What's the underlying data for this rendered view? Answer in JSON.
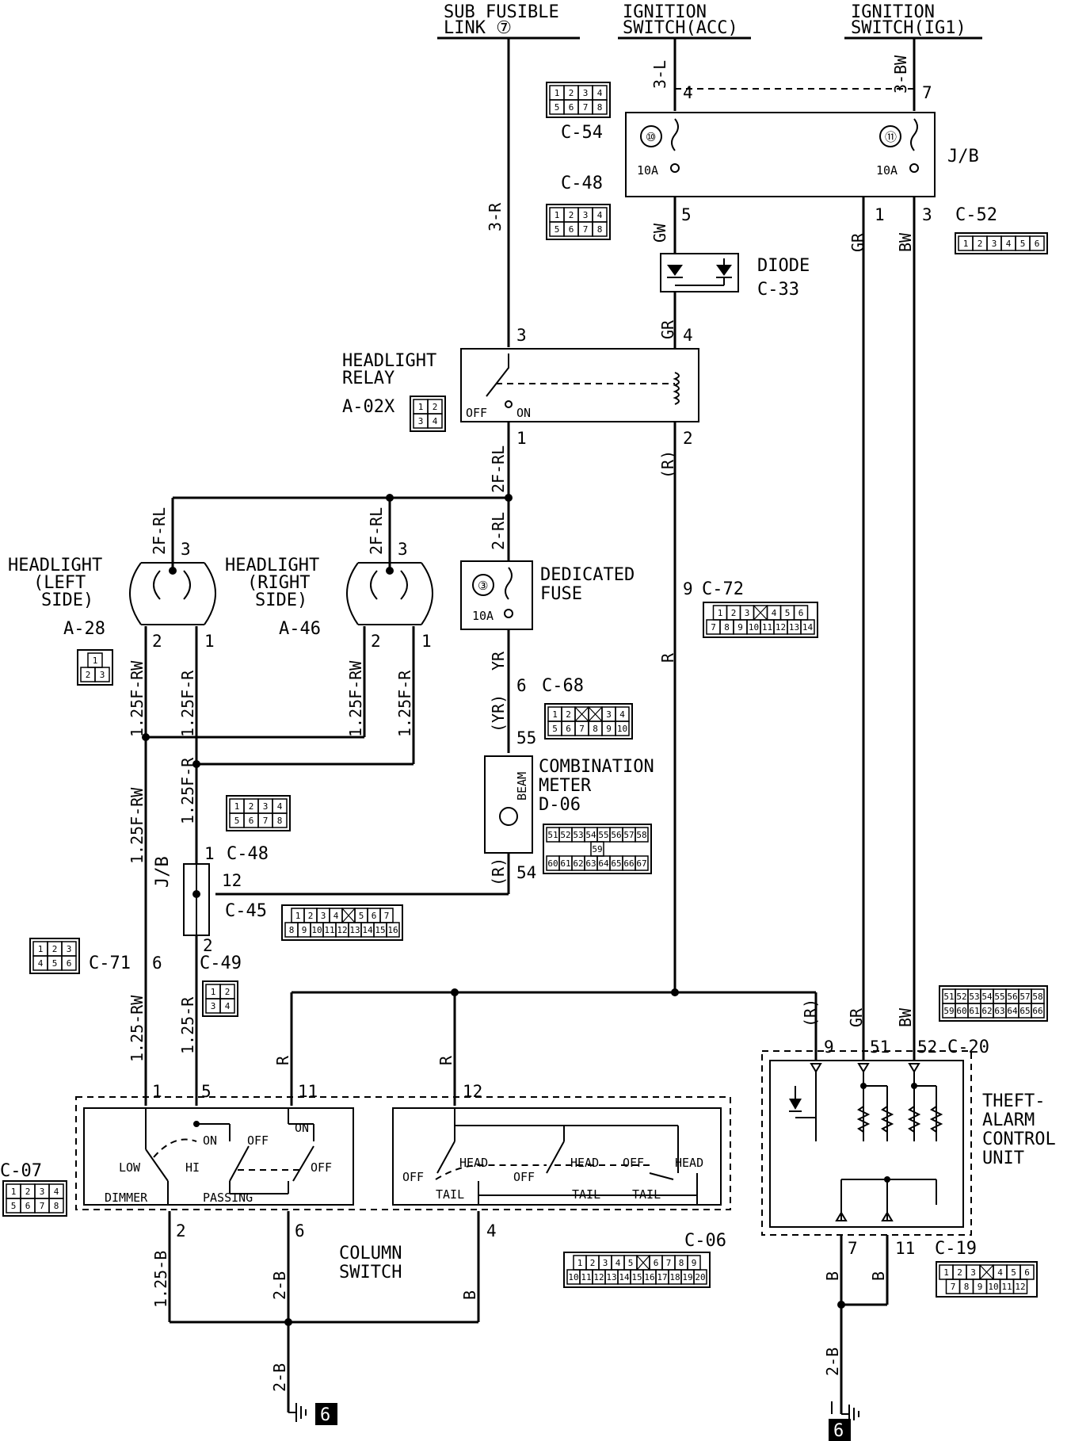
{
  "sources": {
    "sub_fusible_link": [
      "SUB FUSIBLE",
      "LINK ⑦"
    ],
    "ignition_acc": [
      "IGNITION",
      "SWITCH(ACC)"
    ],
    "ignition_ig1": [
      "IGNITION",
      "SWITCH(IG1)"
    ]
  },
  "wires": {
    "w3R": "3-R",
    "w3L": "3-L",
    "w3BW": "3-BW",
    "GW": "GW",
    "GR_top": "GR",
    "BW_top": "BW",
    "GR_relay": "GR",
    "R_relay": "(R)",
    "w2FRL_a": "2F-RL",
    "w2RL": "2-RL",
    "w2FRL_l": "2F-RL",
    "w2FRL_r": "2F-RL",
    "w125FRW_l": "1.25F-RW",
    "w125FR_l": "1.25F-R",
    "w125FRW_r": "1.25F-RW",
    "w125FR_r": "1.25F-R",
    "YR": "YR",
    "YR_p": "(YR)",
    "R_meter": "(R)",
    "R_mid": "R",
    "w125FRW_b": "1.25F-RW",
    "w125FR_b": "1.25F-R",
    "w125RW": "1.25-RW",
    "w125R": "1.25-R",
    "R_col": "R",
    "R_col2": "R",
    "R_theft": "(R)",
    "GR_theft": "GR",
    "BW_theft": "BW",
    "w125B": "1.25-B",
    "w2B_a": "2-B",
    "w2B_b": "2-B",
    "B_col": "B",
    "B_t1": "B",
    "B_t2": "B",
    "w2B_t": "2-B"
  },
  "pins": {
    "p4": "4",
    "p7": "7",
    "p5": "5",
    "p1jb": "1",
    "p3jb": "3",
    "r3": "3",
    "r4": "4",
    "r1": "1",
    "r2": "2",
    "hl3": "3",
    "hl2": "2",
    "hl1": "1",
    "hr3": "3",
    "hr2": "2",
    "hr1": "1",
    "c72": "9",
    "c68": "6",
    "m55": "55",
    "m54": "54",
    "jb1": "1",
    "jb12": "12",
    "jb2": "2",
    "c71": "6",
    "cs1": "1",
    "cs5": "5",
    "cs11": "11",
    "cs12": "12",
    "cs2": "2",
    "cs6": "6",
    "cs4": "4",
    "t9": "9",
    "t51": "51",
    "t52": "52",
    "t7": "7",
    "t11": "11"
  },
  "connectors": {
    "c54": "C-54",
    "c48_top": "C-48",
    "c52": "C-52",
    "c33": "C-33",
    "a02x": "A-02X",
    "a28": "A-28",
    "a46": "A-46",
    "c72": "C-72",
    "c68": "C-68",
    "d06": "D-06",
    "c48_mid": "C-48",
    "c45": "C-45",
    "c71": "C-71",
    "c49": "C-49",
    "c20": "C-20",
    "c07": "C-07",
    "c06": "C-06",
    "c19": "C-19"
  },
  "components": {
    "jb": "J/B",
    "fuse10": "⑩",
    "fuse11": "⑪",
    "fuse10_rating": "10A",
    "fuse11_rating": "10A",
    "diode": "DIODE",
    "relay": [
      "HEADLIGHT",
      "RELAY"
    ],
    "relay_off": "OFF",
    "relay_on": "ON",
    "headlight_left": [
      "HEADLIGHT",
      "(LEFT",
      "SIDE)"
    ],
    "headlight_right": [
      "HEADLIGHT",
      "(RIGHT",
      "SIDE)"
    ],
    "fuse": [
      "DEDICATED",
      "FUSE"
    ],
    "fuse3": "③",
    "fuse3_rating": "10A",
    "meter": [
      "COMBINATION",
      "METER"
    ],
    "meter_beam": "BEAM",
    "jb_mid": "J/B",
    "theft": [
      "THEFT-",
      "ALARM",
      "CONTROL",
      "UNIT"
    ],
    "column": [
      "COLUMN",
      "SWITCH"
    ],
    "low": "LOW",
    "hi": "HI",
    "on1": "ON",
    "off1": "OFF",
    "on2": "ON",
    "off2": "OFF",
    "dimmer": "DIMMER",
    "passing": "PASSING",
    "off_a": "OFF",
    "head_a": "HEAD",
    "tail_a": "TAIL",
    "off_b": "OFF",
    "head_b": "HEAD",
    "tail_b": "TAIL",
    "off_c": "OFF",
    "head_c": "HEAD",
    "tail_c": "TAIL",
    "ground_ref": "6"
  },
  "connector_faces": {
    "c54": [
      [
        "1",
        "2",
        "3",
        "4"
      ],
      [
        "5",
        "6",
        "7",
        "8"
      ]
    ],
    "c48": [
      [
        "1",
        "2",
        "3",
        "4"
      ],
      [
        "5",
        "6",
        "7",
        "8"
      ]
    ],
    "c52": [
      [
        "1",
        "2",
        "3",
        "4",
        "5",
        "6"
      ]
    ],
    "a02x": [
      [
        "1",
        "2"
      ],
      [
        "3",
        "4"
      ]
    ],
    "a28": [
      [
        "1"
      ],
      [
        "2",
        "3"
      ]
    ],
    "c72": [
      [
        "1",
        "2",
        "3",
        "",
        "4",
        "5",
        "6"
      ],
      [
        "7",
        "8",
        "9",
        "10",
        "11",
        "12",
        "13",
        "14"
      ]
    ],
    "c68": [
      [
        "1",
        "2",
        "",
        "",
        "3",
        "4"
      ],
      [
        "5",
        "6",
        "7",
        "8",
        "9",
        "10"
      ]
    ],
    "d06": [
      [
        "51",
        "52",
        "53",
        "54",
        "55",
        "56",
        "57",
        "58"
      ],
      [
        "59"
      ],
      [
        "60",
        "61",
        "62",
        "63",
        "64",
        "65",
        "66",
        "67"
      ]
    ],
    "c45": [
      [
        "1",
        "2",
        "3",
        "4",
        "",
        "5",
        "6",
        "7"
      ],
      [
        "8",
        "9",
        "10",
        "11",
        "12",
        "13",
        "14",
        "15",
        "16"
      ]
    ],
    "c71": [
      [
        "1",
        "2",
        "3"
      ],
      [
        "4",
        "5",
        "6"
      ]
    ],
    "c49": [
      [
        "1",
        "2"
      ],
      [
        "3",
        "4"
      ]
    ],
    "c20": [
      [
        "51",
        "52",
        "53",
        "54",
        "55",
        "56",
        "57",
        "58"
      ],
      [
        "59",
        "60",
        "61",
        "62",
        "63",
        "64",
        "65",
        "66"
      ]
    ],
    "c07": [
      [
        "1",
        "2",
        "3",
        "4"
      ],
      [
        "5",
        "6",
        "7",
        "8"
      ]
    ],
    "c06": [
      [
        "1",
        "2",
        "3",
        "4",
        "5",
        "",
        "6",
        "7",
        "8",
        "9"
      ],
      [
        "10",
        "11",
        "12",
        "13",
        "14",
        "15",
        "16",
        "17",
        "18",
        "19",
        "20"
      ]
    ],
    "c19": [
      [
        "1",
        "2",
        "3",
        "",
        "4",
        "5",
        "6"
      ],
      [
        "7",
        "8",
        "9",
        "10",
        "11",
        "12"
      ]
    ]
  }
}
